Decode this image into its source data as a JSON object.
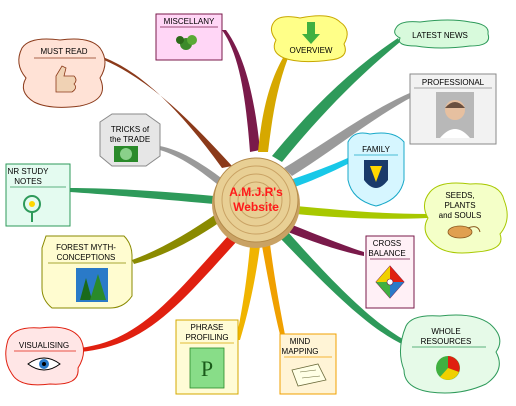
{
  "center": {
    "line1": "A.M.J.R's",
    "line2": "Website"
  },
  "topics": {
    "miscellany": "MISCELLANY",
    "overview": "OVERVIEW",
    "latest_news": "LATEST NEWS",
    "professional": "PROFESSIONAL",
    "must_read": "MUST READ",
    "tricks": [
      "TRICKS of",
      "the TRADE"
    ],
    "family": "FAMILY",
    "nr_study": [
      "NR STUDY",
      "NOTES"
    ],
    "seeds": [
      "SEEDS,",
      "PLANTS",
      "and SOULS"
    ],
    "forest": [
      "FOREST MYTH-",
      "CONCEPTIONS"
    ],
    "cross_balance": [
      "CROSS",
      "BALANCE"
    ],
    "visualising": "VISUALISING",
    "phrase_profiling": [
      "PHRASE",
      "PROFILING"
    ],
    "mind_mapping": [
      "MIND",
      "MAPPING"
    ],
    "whole_resources": [
      "WHOLE",
      "RESOURCES"
    ]
  },
  "colors": {
    "wood": "#e8cf94",
    "center_text": "#ff1a1a",
    "branch_brown": "#8b3a1a",
    "branch_green": "#2e9a5a",
    "branch_yellow": "#f0b400",
    "branch_cyan": "#18c8e8",
    "branch_grey": "#9a9a9a"
  }
}
